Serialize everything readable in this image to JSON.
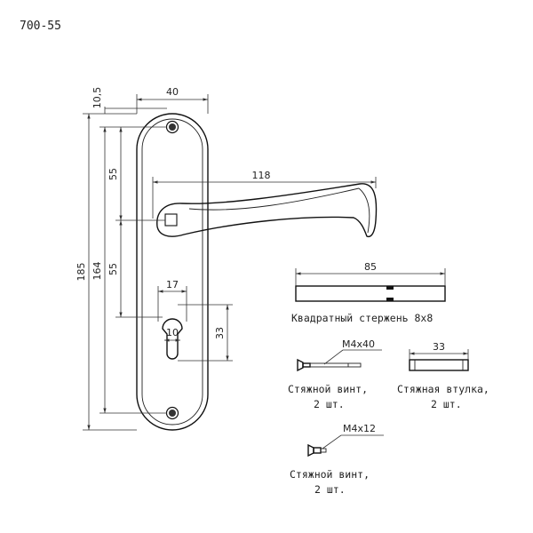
{
  "model_code": "700-55",
  "plate": {
    "dim_top_offset": "10,5",
    "dim_width": "40",
    "dim_upper_gap": "55",
    "dim_lower_gap": "55",
    "dim_screw_pitch": "164",
    "dim_total_height": "185"
  },
  "handle": {
    "dim_length": "118"
  },
  "keyhole": {
    "dim_width": "17",
    "dim_inner": "10",
    "dim_height": "33"
  },
  "spindle": {
    "dim_length": "85",
    "caption": "Квадратный стержень 8x8"
  },
  "screw_long": {
    "size": "M4x40",
    "caption_line1": "Стяжной винт,",
    "caption_line2": "2 шт."
  },
  "sleeve": {
    "dim_length": "33",
    "caption_line1": "Стяжная втулка,",
    "caption_line2": "2 шт."
  },
  "screw_short": {
    "size": "M4x12",
    "caption_line1": "Стяжной винт,",
    "caption_line2": "2 шт."
  }
}
